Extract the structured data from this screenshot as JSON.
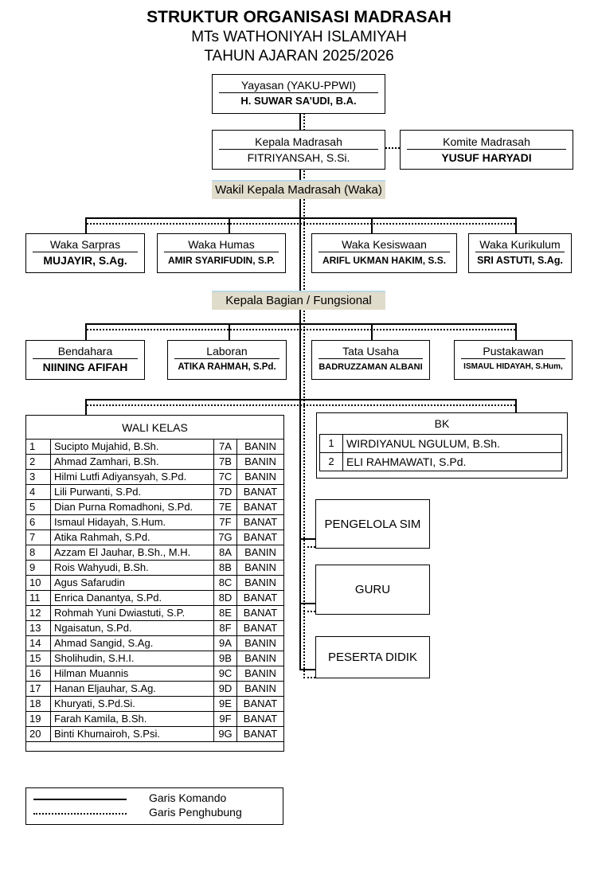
{
  "header": {
    "title": "STRUKTUR ORGANISASI MADRASAH",
    "school": "MTs WATHONIYAH ISLAMIYAH",
    "year": "TAHUN AJARAN 2025/2026"
  },
  "yayasan": {
    "role": "Yayasan (YAKU-PPWI)",
    "name": "H. SUWAR SA’UDI, B.A."
  },
  "kepala": {
    "role": "Kepala Madrasah",
    "name": "FITRIYANSAH, S.Si."
  },
  "komite": {
    "role": "Komite Madrasah",
    "name": "YUSUF HARYADI"
  },
  "waka_label": "Wakil Kepala Madrasah (Waka)",
  "waka": [
    {
      "role": "Waka Sarpras",
      "name": "MUJAYIR, S.Ag."
    },
    {
      "role": "Waka Humas",
      "name": "AMIR SYARIFUDIN, S.P."
    },
    {
      "role": "Waka Kesiswaan",
      "name": "ARIFL UKMAN HAKIM, S.S."
    },
    {
      "role": "Waka Kurikulum",
      "name": "SRI ASTUTI, S.Ag."
    }
  ],
  "kabag_label": "Kepala Bagian / Fungsional",
  "kabag": [
    {
      "role": "Bendahara",
      "name": "NIINING AFIFAH"
    },
    {
      "role": "Laboran",
      "name": "ATIKA RAHMAH, S.Pd."
    },
    {
      "role": "Tata Usaha",
      "name": "BADRUZZAMAN ALBANI"
    },
    {
      "role": "Pustakawan",
      "name": "ISMAUL HIDAYAH, S.Hum,"
    }
  ],
  "wali_kelas": {
    "title": "WALI KELAS",
    "rows": [
      {
        "no": "1",
        "name": "Sucipto Mujahid, B.Sh.",
        "kelas": "7A",
        "gender": "BANIN"
      },
      {
        "no": "2",
        "name": "Ahmad Zamhari, B.Sh.",
        "kelas": "7B",
        "gender": "BANIN"
      },
      {
        "no": "3",
        "name": "Hilmi Lutfi Adiyansyah, S.Pd.",
        "kelas": "7C",
        "gender": "BANIN"
      },
      {
        "no": "4",
        "name": "Lili Purwanti, S.Pd.",
        "kelas": "7D",
        "gender": "BANAT"
      },
      {
        "no": "5",
        "name": "Dian Purna Romadhoni, S.Pd.",
        "kelas": "7E",
        "gender": "BANAT"
      },
      {
        "no": "6",
        "name": "Ismaul Hidayah, S.Hum.",
        "kelas": "7F",
        "gender": "BANAT"
      },
      {
        "no": "7",
        "name": "Atika Rahmah, S.Pd.",
        "kelas": "7G",
        "gender": "BANAT"
      },
      {
        "no": "8",
        "name": "Azzam El Jauhar, B.Sh., M.H.",
        "kelas": "8A",
        "gender": "BANIN"
      },
      {
        "no": "9",
        "name": "Rois Wahyudi, B.Sh.",
        "kelas": "8B",
        "gender": "BANIN"
      },
      {
        "no": "10",
        "name": "Agus Safarudin",
        "kelas": "8C",
        "gender": "BANIN"
      },
      {
        "no": "11",
        "name": "Enrica Danantya, S.Pd.",
        "kelas": "8D",
        "gender": "BANAT"
      },
      {
        "no": "12",
        "name": "Rohmah Yuni Dwiastuti, S.P.",
        "kelas": "8E",
        "gender": "BANAT"
      },
      {
        "no": "13",
        "name": "Ngaisatun, S.Pd.",
        "kelas": "8F",
        "gender": "BANAT"
      },
      {
        "no": "14",
        "name": "Ahmad Sangid, S.Ag.",
        "kelas": "9A",
        "gender": "BANIN"
      },
      {
        "no": "15",
        "name": "Sholihudin, S.H.I.",
        "kelas": "9B",
        "gender": "BANIN"
      },
      {
        "no": "16",
        "name": "Hilman Muannis",
        "kelas": "9C",
        "gender": "BANIN"
      },
      {
        "no": "17",
        "name": "Hanan Eljauhar, S.Ag.",
        "kelas": "9D",
        "gender": "BANIN"
      },
      {
        "no": "18",
        "name": "Khuryati, S.Pd.Si.",
        "kelas": "9E",
        "gender": "BANAT"
      },
      {
        "no": "19",
        "name": "Farah Kamila, B.Sh.",
        "kelas": "9F",
        "gender": "BANAT"
      },
      {
        "no": "20",
        "name": "Binti Khumairoh, S.Psi.",
        "kelas": "9G",
        "gender": "BANAT"
      }
    ]
  },
  "bk": {
    "title": "BK",
    "rows": [
      {
        "no": "1",
        "name": "WIRDIYANUL NGULUM, B.Sh."
      },
      {
        "no": "2",
        "name": "ELI RAHMAWATI, S.Pd."
      }
    ]
  },
  "pengelola_sim": "PENGELOLA SIM",
  "guru": "GURU",
  "peserta_didik": "PESERTA DIDIK",
  "legend": {
    "komando": "Garis Komando",
    "penghubung": "Garis Penghubung"
  }
}
